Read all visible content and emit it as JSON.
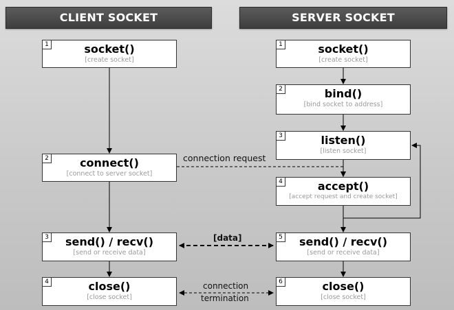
{
  "client": {
    "title": "CLIENT SOCKET",
    "steps": [
      {
        "num": "1",
        "fn": "socket()",
        "desc": "[create socket]"
      },
      {
        "num": "2",
        "fn": "connect()",
        "desc": "[connect to server socket]"
      },
      {
        "num": "3",
        "fn": "send() / recv()",
        "desc": "[send or receive data]"
      },
      {
        "num": "4",
        "fn": "close()",
        "desc": "[close socket]"
      }
    ]
  },
  "server": {
    "title": "SERVER SOCKET",
    "steps": [
      {
        "num": "1",
        "fn": "socket()",
        "desc": "[create socket]"
      },
      {
        "num": "2",
        "fn": "bind()",
        "desc": "[bind socket to address]"
      },
      {
        "num": "3",
        "fn": "listen()",
        "desc": "[listen socket]"
      },
      {
        "num": "4",
        "fn": "accept()",
        "desc": "[accept request and create socket]"
      },
      {
        "num": "5",
        "fn": "send() / recv()",
        "desc": "[send or receive data]"
      },
      {
        "num": "6",
        "fn": "close()",
        "desc": "[close socket]"
      }
    ]
  },
  "links": {
    "connection_request": "connection request",
    "data": "[data]",
    "termination_line1": "connection",
    "termination_line2": "termination"
  }
}
